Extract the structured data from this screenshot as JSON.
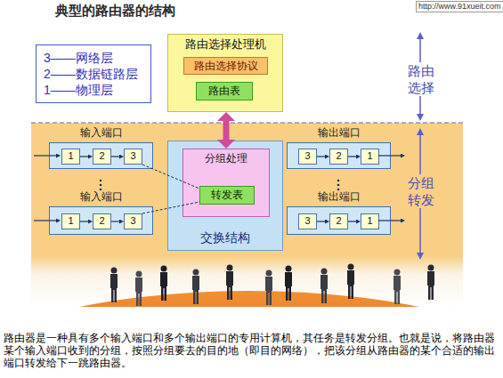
{
  "diagram": {
    "title": "典型的路由器的结构",
    "caption": "路由器是一种具有多个输入端口和多个输出端口的专用计算机，其任务是转发分组。也就是说，将路由器某个输入端口收到的分组，按照分组要去的目的地（即目的网络），把该分组从路由器的某个合适的输出端口转发给下一跳路由器。",
    "nodes": [
      {
        "text": [
          "3——网络层",
          "2——数据链路层",
          "1——物理层"
        ]
      },
      {
        "text": [
          "路由选择处理机"
        ]
      },
      {
        "text": [
          "路由选择协议"
        ],
        "in": 1
      },
      {
        "text": [
          "路由表"
        ],
        "in": 1
      },
      {
        "text": [
          "输入端口"
        ]
      },
      {
        "text": [
          "1"
        ],
        "in": 4
      },
      {
        "text": [
          "2"
        ],
        "in": 4
      },
      {
        "text": [
          "3"
        ],
        "in": 4
      },
      {
        "text": [
          "交换结构"
        ]
      },
      {
        "text": [
          "分组处理"
        ],
        "in": 8
      },
      {
        "text": [
          "转发表"
        ],
        "in": 9
      },
      {
        "text": [
          "输出端口"
        ]
      },
      {
        "text": [
          "3"
        ],
        "in": 11
      },
      {
        "text": [
          "2"
        ],
        "in": 11
      },
      {
        "text": [
          "1"
        ],
        "in": 11
      },
      {
        "text": [
          "输入端口"
        ]
      },
      {
        "text": [
          "1"
        ],
        "in": 15
      },
      {
        "text": [
          "2"
        ],
        "in": 15
      },
      {
        "text": [
          "3"
        ],
        "in": 15
      },
      {
        "text": [
          "输出端口"
        ]
      },
      {
        "text": [
          "3"
        ],
        "in": 19
      },
      {
        "text": [
          "2"
        ],
        "in": 19
      },
      {
        "text": [
          "1"
        ],
        "in": 19
      }
    ],
    "edges": [
      {
        "from": 1,
        "to": 9,
        "arrow": "both"
      },
      {
        "from": 5,
        "to": 6,
        "arrow": "to"
      },
      {
        "from": 6,
        "to": 7,
        "arrow": "to"
      },
      {
        "from": 7,
        "to": 10,
        "arrow": "none"
      },
      {
        "from": 12,
        "to": 13,
        "arrow": "to"
      },
      {
        "from": 13,
        "to": 14,
        "arrow": "to"
      },
      {
        "from": 16,
        "to": 17,
        "arrow": "to"
      },
      {
        "from": 17,
        "to": 18,
        "arrow": "to"
      },
      {
        "from": 18,
        "to": 10,
        "arrow": "none"
      },
      {
        "from": 20,
        "to": 21,
        "arrow": "to"
      },
      {
        "from": 21,
        "to": 22,
        "arrow": "to"
      }
    ],
    "labels": [
      "http://www.91xueit.com",
      "路由 选择",
      "分组 转发"
    ]
  }
}
